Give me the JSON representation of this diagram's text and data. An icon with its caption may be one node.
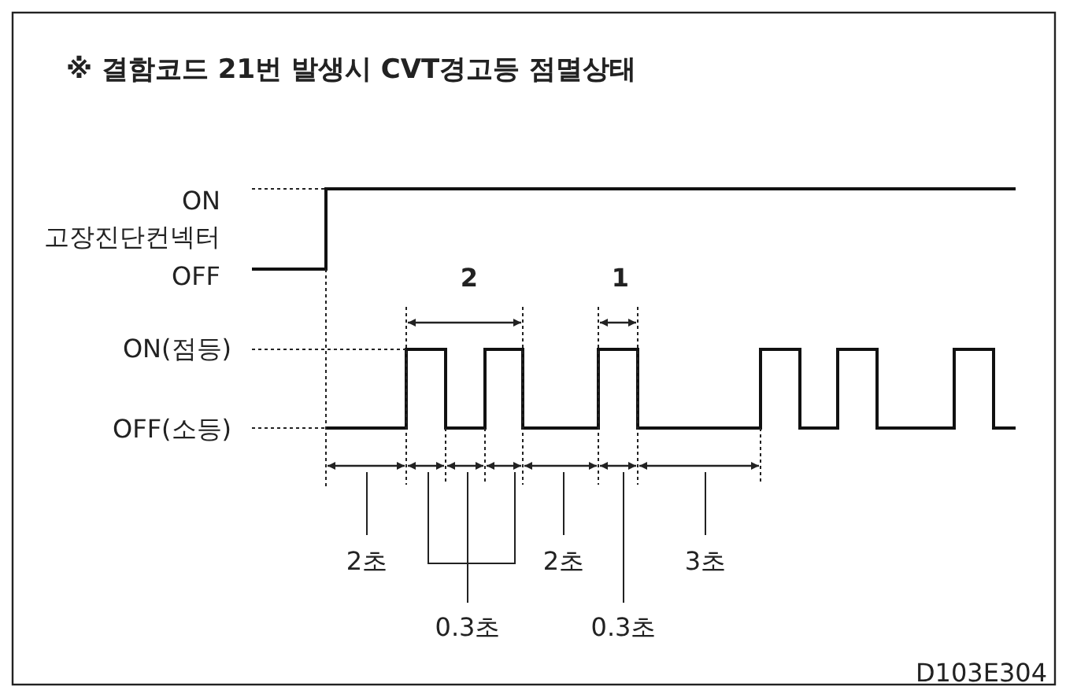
{
  "diagram": {
    "title": "※ 결함코드 21번 발생시 CVT경고등 점멸상태",
    "labels": [
      "ON",
      "고장진단컨넥터",
      "OFF",
      "2",
      "1",
      "ON(점등)",
      "OFF(소등)",
      "2초",
      "2초",
      "3초",
      "0.3초",
      "0.3초",
      "D103E304"
    ]
  }
}
